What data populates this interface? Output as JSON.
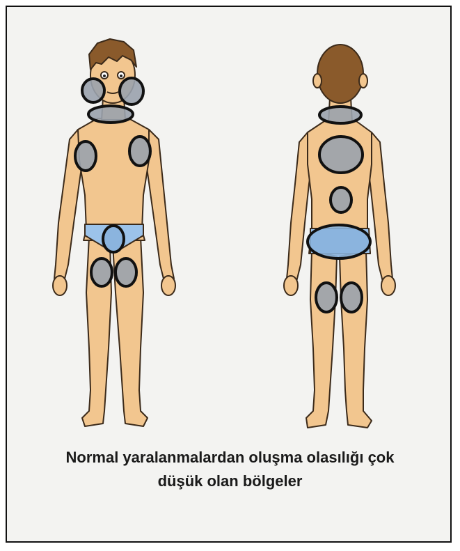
{
  "caption": {
    "line1": "Normal yaralanmalardan oluşma olasılığı çok",
    "line2": "düşük olan bölgeler"
  },
  "colors": {
    "skin": "#f2c68f",
    "skin_outline": "#3b2a1a",
    "hair": "#8a5a2b",
    "underwear": "#9cc3ea",
    "zone_fill": "#9aa2ad",
    "zone_outline": "#111111",
    "frame_bg": "#f3f3f1"
  },
  "figures": [
    {
      "view": "front"
    },
    {
      "view": "back"
    }
  ]
}
